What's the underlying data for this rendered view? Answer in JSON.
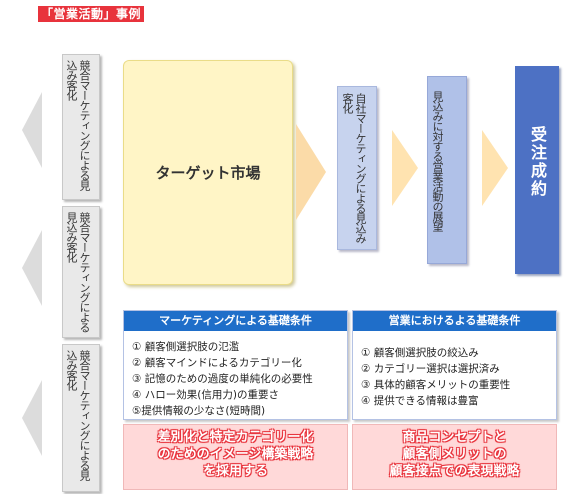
{
  "title": "「営業活動」事例",
  "left_boxes": [
    "競合マーケティングによる見込み客化",
    "競合マーケティングによる見込み客化",
    "競合マーケティングによる見込み客化"
  ],
  "target_market": "ターゲット市場",
  "middle_box_1": "自社マーケティングによる見込み客化",
  "middle_box_2": "見込みに対する営業活動の展望",
  "final_box": "受注成約",
  "marketing_conditions": {
    "header": "マーケティングによる基礎条件",
    "items": [
      "① 顧客側選択肢の氾濫",
      "② 顧客マインドによるカテゴリー化",
      "③ 記憶のための過度の単純化の必要性",
      "④ ハロー効果(信用力)の重要さ",
      "⑤提供情報の少なさ(短時間)"
    ],
    "strategy": [
      "差別化と特定カテゴリー化",
      "のためのイメージ構築戦略",
      "を採用する"
    ]
  },
  "sales_conditions": {
    "header": "営業におけるよる基礎条件",
    "items": [
      "① 顧客側選択肢の絞込み",
      "② カテゴリー選択は選択済み",
      "③ 具体的顧客メリットの重要性",
      "④ 提供できる情報は豊富"
    ],
    "strategy": [
      "商品コンセプトと",
      "顧客側メリットの",
      "顧客接点での表現戦略"
    ]
  }
}
